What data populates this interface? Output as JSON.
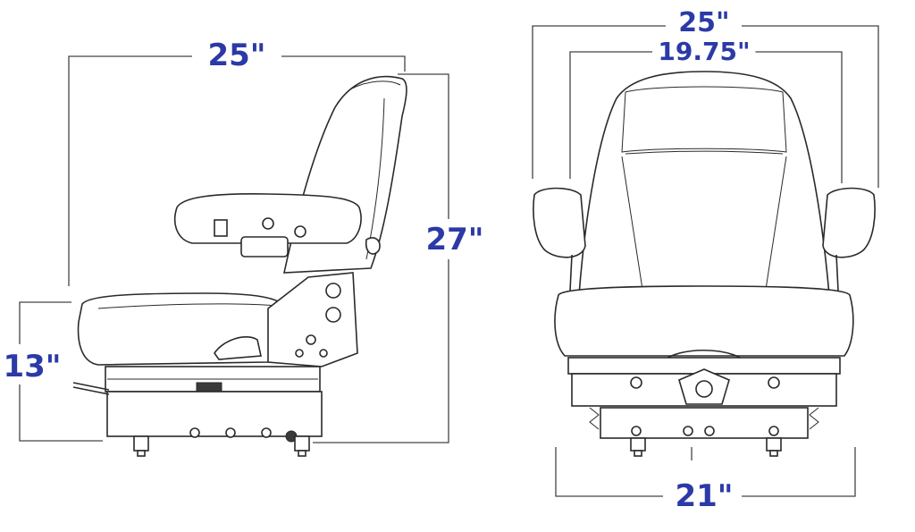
{
  "colors": {
    "dimension_text": "#2b3aa6",
    "linework": "#2a2a2a",
    "background": "#ffffff"
  },
  "side_view": {
    "overall_width": "25\"",
    "overall_height": "27\"",
    "seat_height": "13\""
  },
  "front_view": {
    "overall_width": "25\"",
    "backrest_width": "19.75\"",
    "base_width": "21\""
  }
}
